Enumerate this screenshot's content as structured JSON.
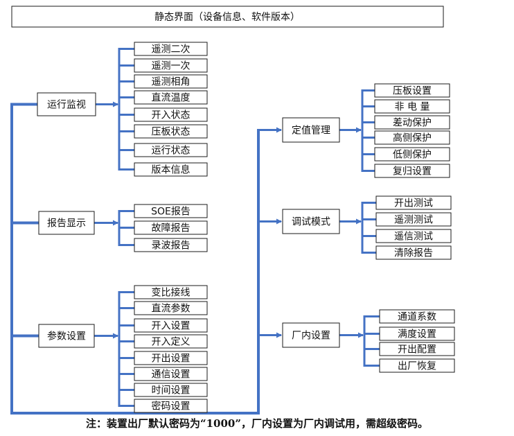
{
  "title": "静态界面（设备信息、软件版本）",
  "footnote": "注：装置出厂默认密码为“1000”，厂内设置为厂内调试用，需超级密码。",
  "colors": {
    "connector": "#4472c4",
    "box_border": "#1a1a1a",
    "text": "#111111"
  },
  "groups": [
    {
      "label": "运行监视",
      "items": [
        "遥测二次",
        "遥测一次",
        "遥测相角",
        "直流温度",
        "开入状态",
        "压板状态",
        "运行状态",
        "版本信息"
      ]
    },
    {
      "label": "报告显示",
      "items": [
        "SOE报告",
        "故障报告",
        "录波报告"
      ]
    },
    {
      "label": "参数设置",
      "items": [
        "变比接线",
        "直流参数",
        "开入设置",
        "开入定义",
        "开出设置",
        "通信设置",
        "时间设置",
        "密码设置"
      ]
    },
    {
      "label": "定值管理",
      "items": [
        "压板设置",
        "非 电 量",
        "差动保护",
        "高侧保护",
        "低侧保护",
        "复归设置"
      ]
    },
    {
      "label": "调试模式",
      "items": [
        "开出测试",
        "遥测测试",
        "遥信测试",
        "清除报告"
      ]
    },
    {
      "label": "厂内设置",
      "items": [
        "通道系数",
        "满度设置",
        "开出配置",
        "出厂恢复"
      ]
    }
  ]
}
